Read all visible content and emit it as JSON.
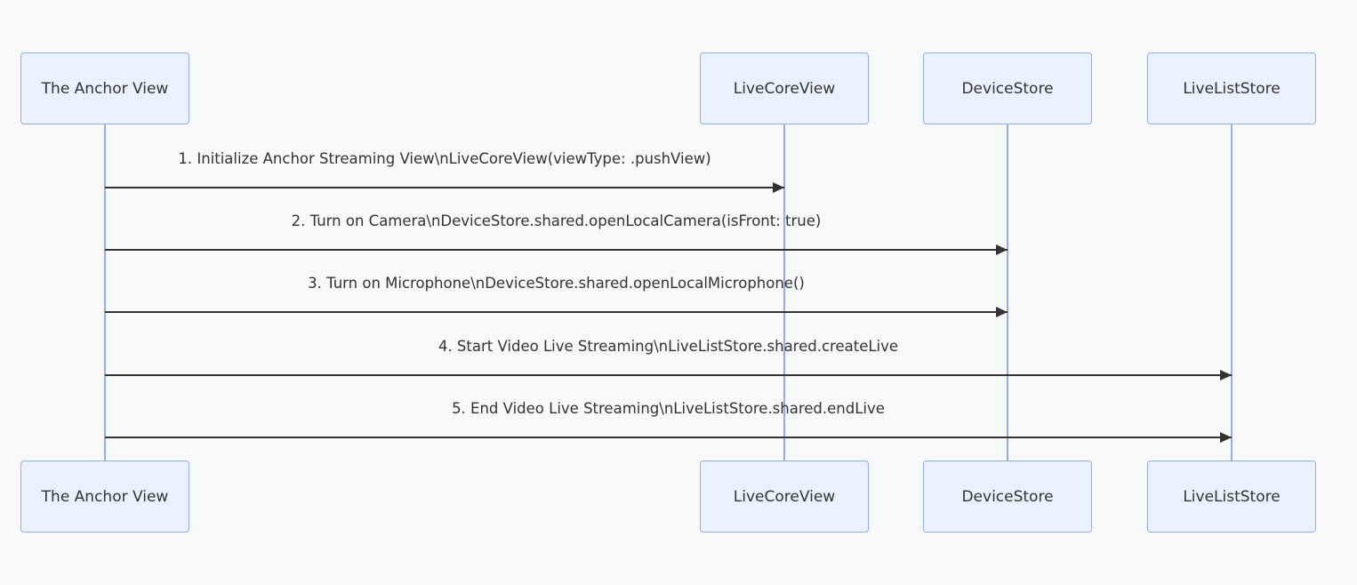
{
  "diagram": {
    "type": "sequence-diagram",
    "actors": [
      {
        "id": "anchor-view",
        "label": "The Anchor View"
      },
      {
        "id": "live-core-view",
        "label": "LiveCoreView"
      },
      {
        "id": "device-store",
        "label": "DeviceStore"
      },
      {
        "id": "live-list-store",
        "label": "LiveListStore"
      }
    ],
    "messages": [
      {
        "order": 1,
        "from": "The Anchor View",
        "to": "LiveCoreView",
        "label": "1. Initialize Anchor Streaming View\\nLiveCoreView(viewType: .pushView)"
      },
      {
        "order": 2,
        "from": "The Anchor View",
        "to": "DeviceStore",
        "label": "2. Turn on Camera\\nDeviceStore.shared.openLocalCamera(isFront: true)"
      },
      {
        "order": 3,
        "from": "The Anchor View",
        "to": "DeviceStore",
        "label": "3. Turn on Microphone\\nDeviceStore.shared.openLocalMicrophone()"
      },
      {
        "order": 4,
        "from": "The Anchor View",
        "to": "LiveListStore",
        "label": "4. Start Video Live Streaming\\nLiveListStore.shared.createLive"
      },
      {
        "order": 5,
        "from": "The Anchor View",
        "to": "LiveListStore",
        "label": "5. End Video Live Streaming\\nLiveListStore.shared.endLive"
      }
    ],
    "colors": {
      "background": "#f8f9fb",
      "actor_fill": "#e9f2fe",
      "actor_border": "#90aef0",
      "lifeline": "#90aef0",
      "arrow": "#333333",
      "text": "#333333"
    }
  }
}
